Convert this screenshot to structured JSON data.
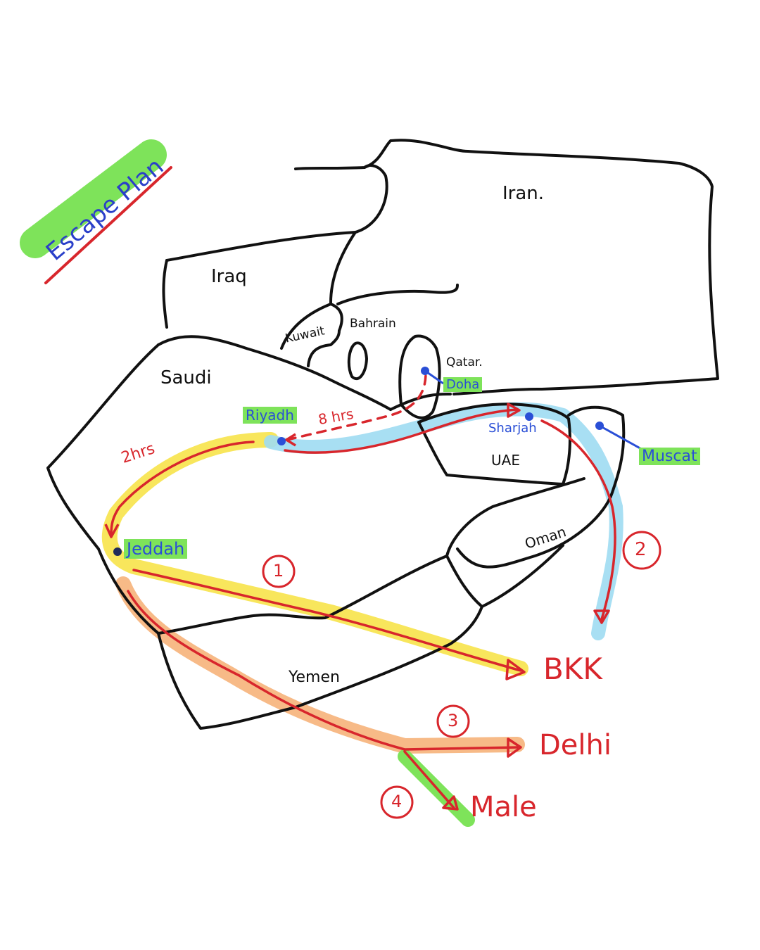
{
  "title": "Escape Plan",
  "countries": {
    "iran": "Iran.",
    "iraq": "Iraq",
    "kuwait": "Kuwait",
    "bahrain": "Bahrain",
    "qatar": "Qatar.",
    "saudi": "Saudi",
    "uae": "UAE",
    "oman": "Oman",
    "yemen": "Yemen"
  },
  "cities": {
    "doha": "Doha",
    "riyadh": "Riyadh",
    "sharjah": "Sharjah",
    "muscat": "Muscat",
    "jeddah": "Jeddah"
  },
  "durations": {
    "riyadh_doha": "8 hrs",
    "riyadh_jeddah": "2hrs"
  },
  "routes": [
    {
      "number": "1",
      "destination": "BKK",
      "highlight": "#f7e34a"
    },
    {
      "number": "2",
      "destination": "",
      "highlight": "#9fdcf2"
    },
    {
      "number": "3",
      "destination": "Delhi",
      "highlight": "#f6b27a"
    },
    {
      "number": "4",
      "destination": "Male",
      "highlight": "#7ee35a"
    }
  ],
  "colors": {
    "border": "#111111",
    "route": "#d8262c",
    "city_dot": "#2a4fd6",
    "label_highlight": "#7ee35a"
  }
}
